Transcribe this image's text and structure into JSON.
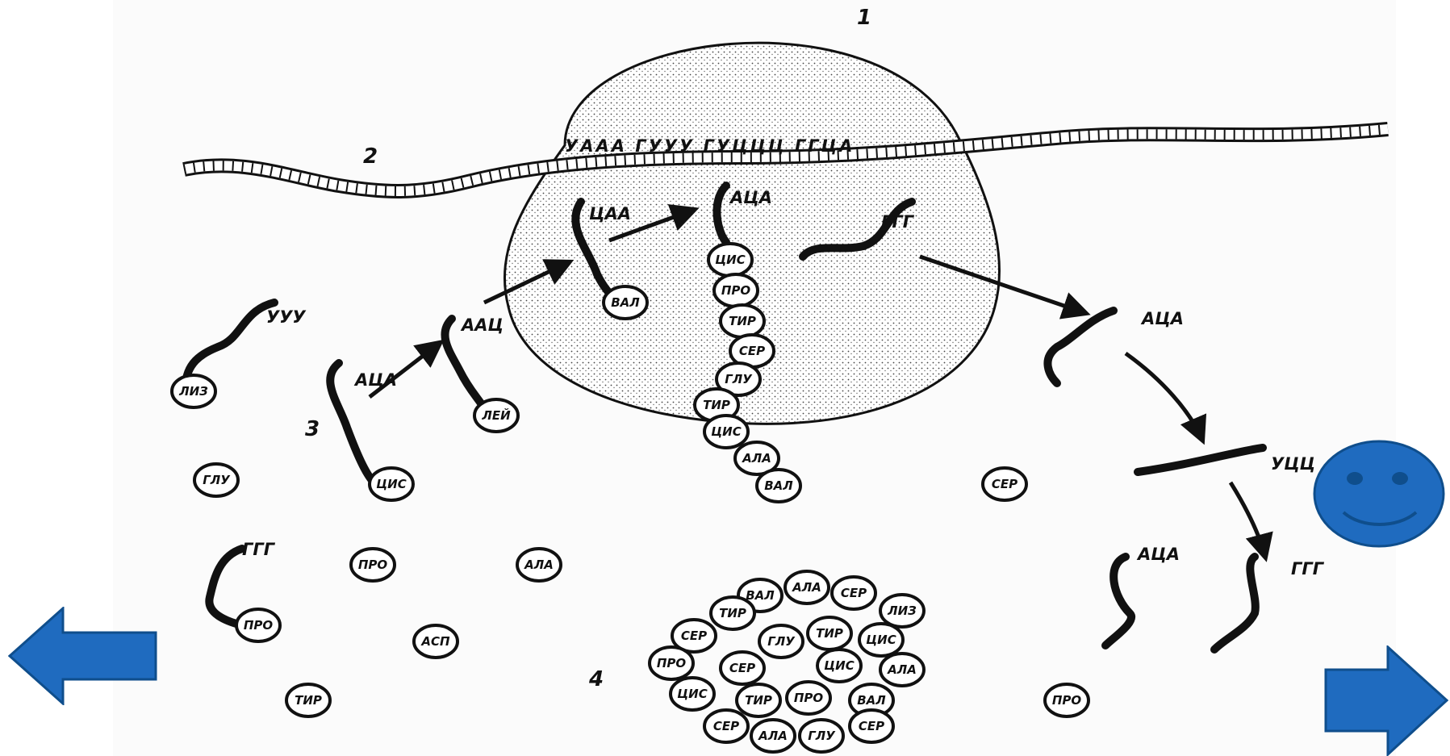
{
  "diagram": {
    "numbers": {
      "ribosome": "1",
      "mrna": "2",
      "trna": "3",
      "protein": "4"
    },
    "mrna_sequence": "УААА ГУУУ ГУЦЦЦ ГГЦА",
    "codons": {
      "c1": "ЦАА",
      "c2": "АЦА",
      "c3": "ГГГ",
      "c4": "УУУ",
      "c5": "ААЦ",
      "c6": "АЦА",
      "c7": "АЦА",
      "c8": "УЦЦ",
      "c9": "ГГГ",
      "c10": "ГГГ",
      "c11": "АЦА"
    },
    "amino_acids": {
      "chain": [
        "ЦИС",
        "ПРО",
        "ТИР",
        "СЕР",
        "ГЛУ",
        "ТИР",
        "ЦИС",
        "АЛА",
        "ВАЛ"
      ],
      "trna_bound": [
        "ВАЛ",
        "ЛИЗ",
        "ЛЕЙ",
        "ЦИС",
        "ПРО"
      ],
      "free": [
        "ГЛУ",
        "ПРО",
        "АЛА",
        "АСП",
        "ТИР",
        "СЕР",
        "ПРО"
      ],
      "cluster": [
        "ВАЛ",
        "АЛА",
        "СЕР",
        "ТИР",
        "ЛИЗ",
        "СЕР",
        "ГЛУ",
        "ТИР",
        "ЦИС",
        "ПРО",
        "СЕР",
        "ЦИС",
        "АЛА",
        "ЦИС",
        "ТИР",
        "ПРО",
        "ВАЛ",
        "СЕР",
        "АЛА",
        "ГЛУ",
        "СЕР"
      ]
    }
  },
  "colors": {
    "accent": "#1F6BBF",
    "accent_dark": "#0F4E8C"
  },
  "icons": {
    "prev": "arrow-left-icon",
    "next": "arrow-right-icon",
    "smiley": "smiley-icon"
  }
}
